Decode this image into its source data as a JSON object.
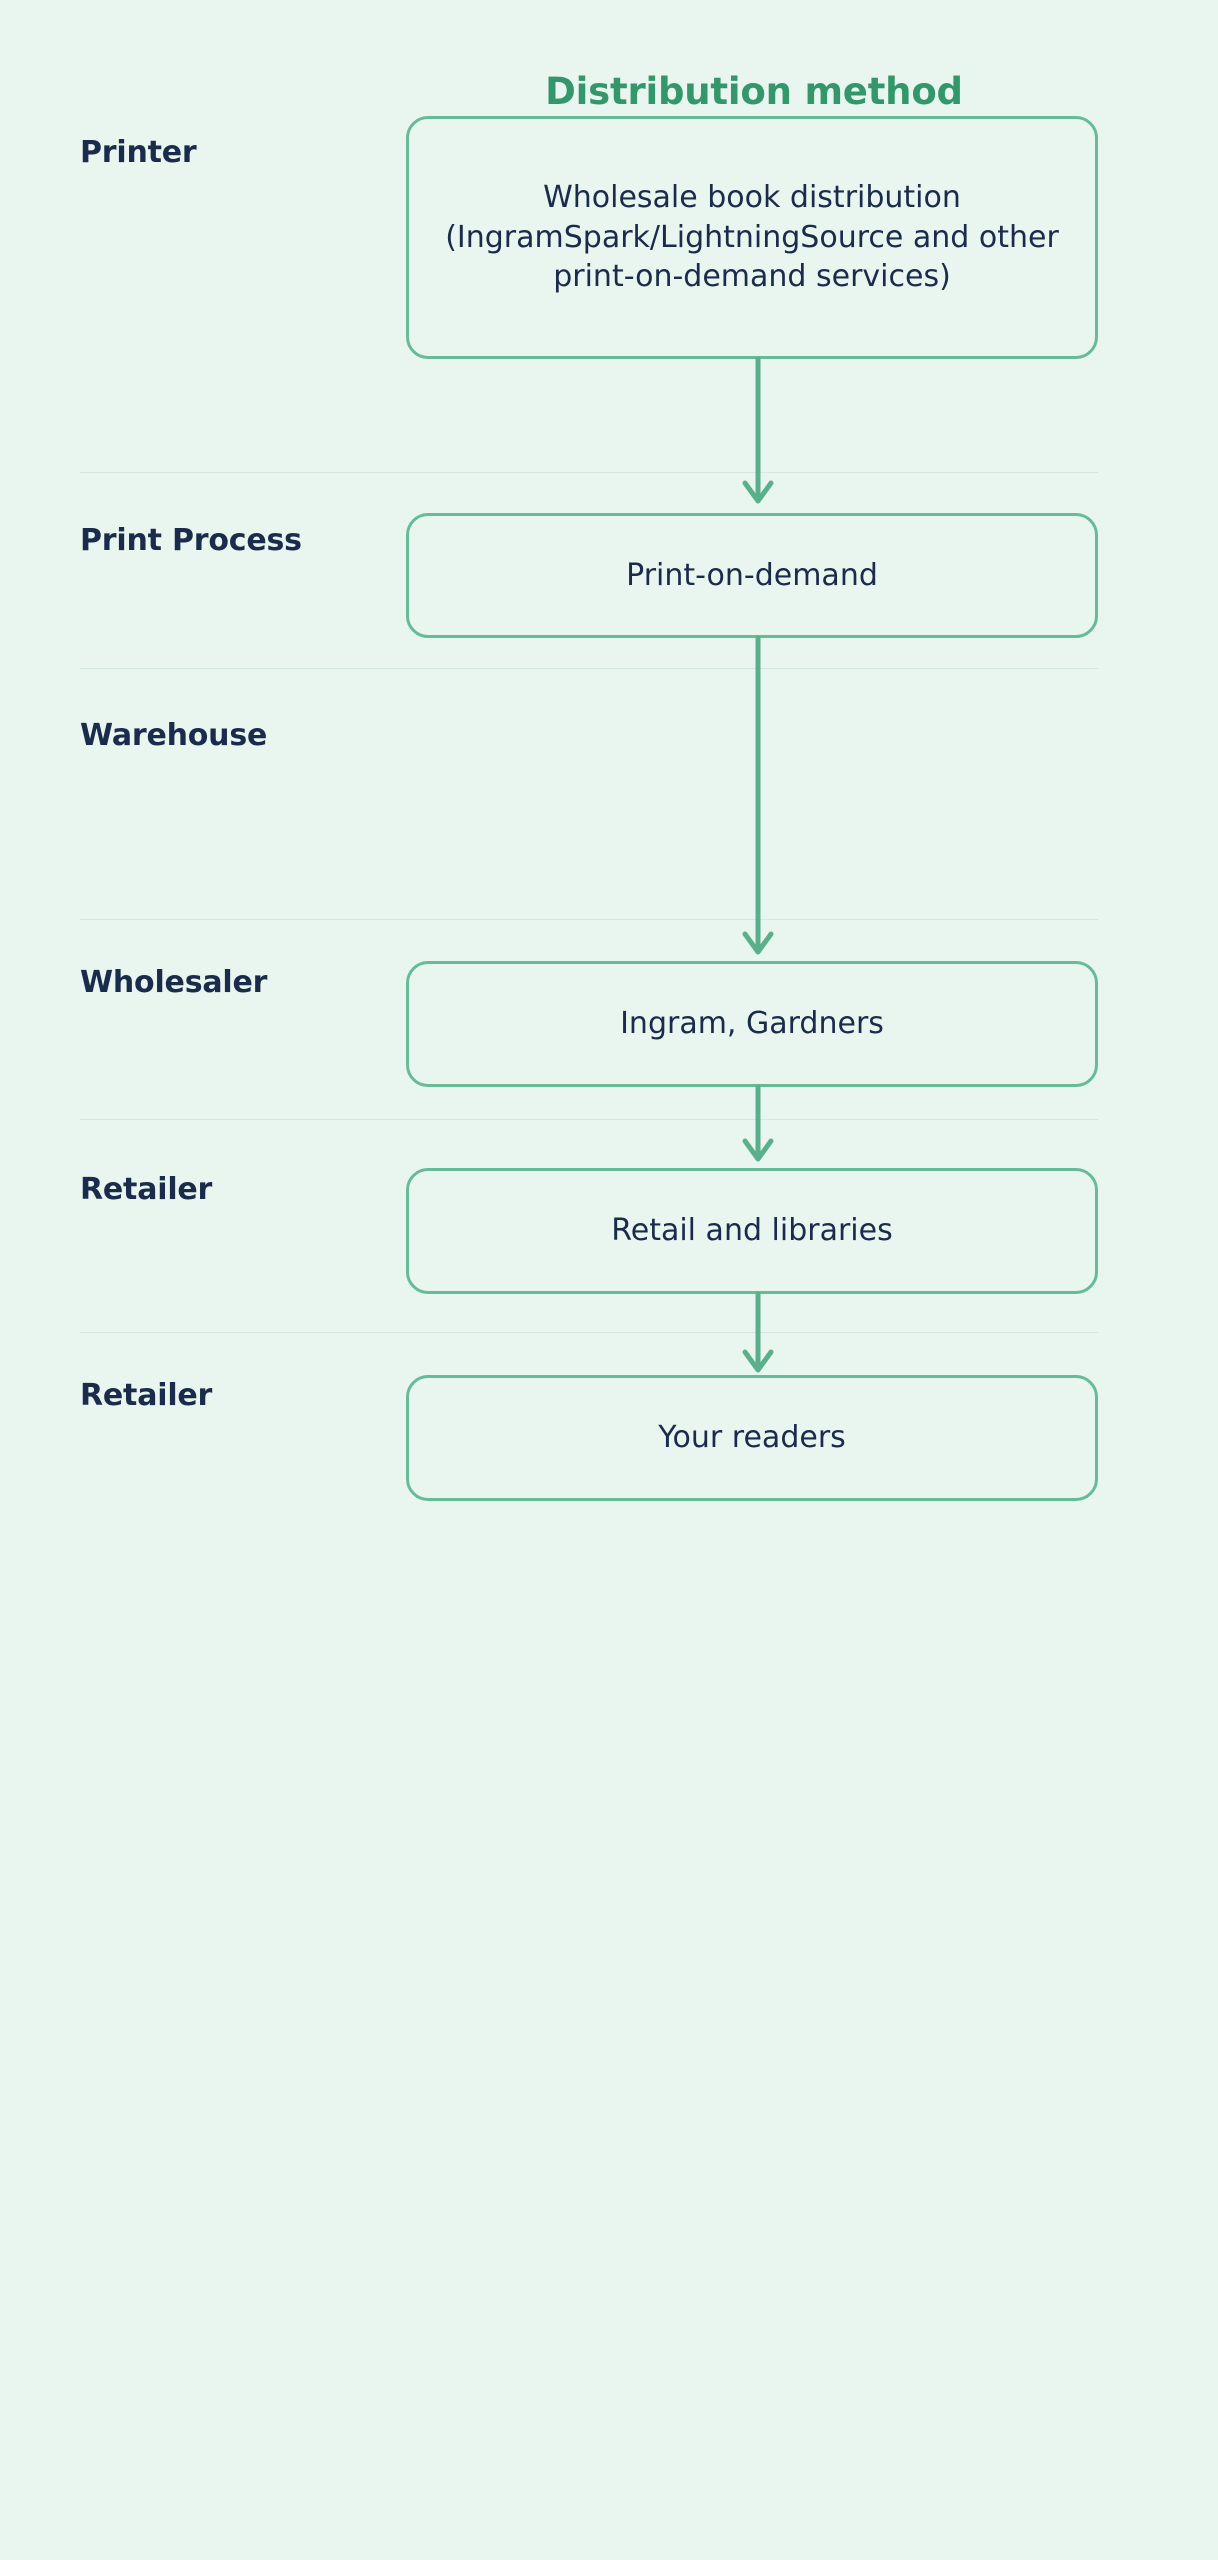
{
  "diagram": {
    "title": "Distribution method",
    "background_color": "#e9f5ef",
    "accent_color": "#34976b",
    "box_border_color": "#68bb99",
    "text_color": "#1b2b4b",
    "divider_color": "#d3e7dd",
    "arrow_color": "#5bb08c",
    "type": "flowchart",
    "orientation": "vertical"
  },
  "stages": [
    {
      "label": "Printer",
      "node": "Wholesale book distribution (IngramSpark/LightningSource and other print-on-demand services)"
    },
    {
      "label": "Print Process",
      "node": "Print-on-demand"
    },
    {
      "label": "Warehouse",
      "node": ""
    },
    {
      "label": "Wholesaler",
      "node": "Ingram, Gardners"
    },
    {
      "label": "Retailer",
      "node": "Retail and libraries"
    },
    {
      "label": "Retailer",
      "node": "Your readers"
    }
  ]
}
